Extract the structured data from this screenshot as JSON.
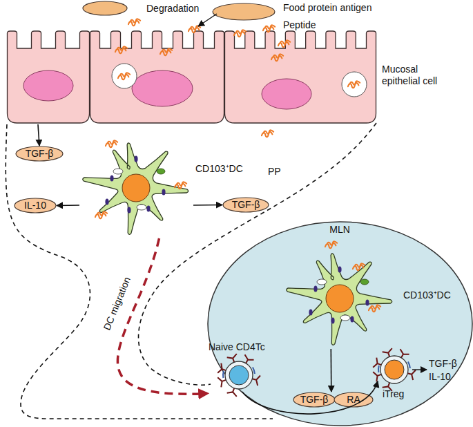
{
  "diagram": {
    "nodes": [
      {
        "text": [
          "Food protein antigen"
        ]
      },
      {
        "text": [
          "Mucosal epithelial cell"
        ]
      },
      {
        "text": [
          "TGF-β"
        ]
      },
      {
        "text": [
          "CD103⁺DC"
        ]
      },
      {
        "text": [
          "IL-10"
        ]
      },
      {
        "text": [
          "TGF-β"
        ]
      },
      {
        "text": [
          "MLN"
        ]
      },
      {
        "text": [
          "CD103⁺DC"
        ],
        "in": 6
      },
      {
        "text": [
          "Naive CD4Tc"
        ],
        "in": 6
      },
      {
        "text": [
          "TGF-β"
        ],
        "in": 6
      },
      {
        "text": [
          "RA"
        ],
        "in": 6
      },
      {
        "text": [
          "iTreg"
        ],
        "in": 6
      }
    ],
    "edges": [
      {
        "from": 1,
        "to": 2,
        "arrow": "to"
      },
      {
        "from": 3,
        "to": 4,
        "arrow": "to"
      },
      {
        "from": 3,
        "to": 5,
        "arrow": "to"
      },
      {
        "from": 3,
        "to": 6,
        "label": "DC migration",
        "arrow": "to"
      },
      {
        "from": 7,
        "to": 9,
        "arrow": "to"
      },
      {
        "from": 8,
        "to": 11,
        "arrow": "to"
      }
    ],
    "labels": [
      "Degradation",
      "Peptide",
      "PP",
      "TGF-β",
      "IL-10"
    ]
  }
}
